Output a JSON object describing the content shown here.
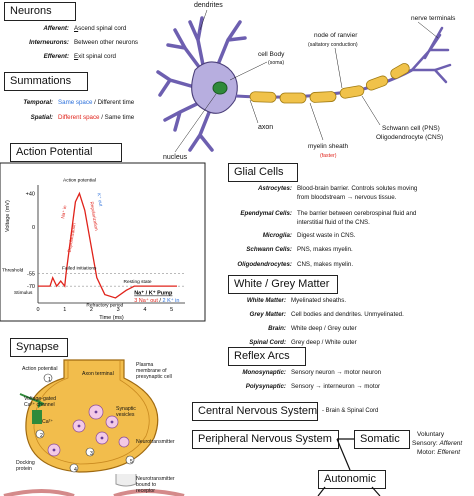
{
  "neurons": {
    "heading": "Neurons",
    "rows": [
      {
        "term": "Afferent:",
        "pre": "",
        "under": "A",
        "post": "scend spinal cord"
      },
      {
        "term": "Interneurons:",
        "pre": "Between other neurons",
        "under": "",
        "post": ""
      },
      {
        "term": "Efferent:",
        "pre": "",
        "under": "E",
        "post": "xit spinal cord"
      }
    ]
  },
  "summations": {
    "heading": "Summations",
    "temporal": {
      "term": "Temporal:",
      "colored": "Same space",
      "rest": " / Different time"
    },
    "spatial": {
      "term": "Spatial:",
      "colored": "Different space",
      "rest": " / Same time"
    }
  },
  "neuron_diagram": {
    "dendrites": "dendrites",
    "cell_body": "cell Body",
    "soma": "(soma)",
    "node": "node of ranvier",
    "saltatory": "(saltatory conduction)",
    "nerve_terminals": "nerve terminals",
    "axon": "axon",
    "nucleus": "nucleus",
    "myelin": "myelin sheath",
    "faster": "(faster)",
    "schwann": "Schwann cell (PNS)",
    "oligo": "Oligodendrocyte (CNS)"
  },
  "action_potential": {
    "heading": "Action Potential",
    "ylabel": "Voltage (mV)",
    "xlabel": "Time (ms)",
    "yticks": [
      "+40",
      "0",
      "-55",
      "-70"
    ],
    "xticks": [
      "0",
      "1",
      "2",
      "3",
      "4",
      "5"
    ],
    "peak": "Action potential",
    "depol": "Depolarization",
    "na_in": "Na⁺ in",
    "repol": "Repolarization",
    "k_out": "K⁺ out",
    "threshold": "Threshold",
    "failed": "Failed initiations",
    "stimulus": "Stimulus",
    "resting": "Resting state",
    "refractory": "Refractory period",
    "pump_title": "Na⁺ / K⁺ Pump",
    "pump_na": "3 Na⁺ out",
    "pump_sep": " / ",
    "pump_k": "2 K⁺ in",
    "colors": {
      "curve": "#e0231b",
      "pump_blue": "#2a6fdb"
    }
  },
  "glial": {
    "heading": "Glial Cells",
    "rows": [
      {
        "term": "Astrocytes:",
        "def": "Blood-brain barrier.  Controls solutes moving"
      },
      {
        "term": "",
        "def": "from bloodstream → nervous tissue."
      },
      {
        "term": "Ependymal Cells:",
        "def": "The barrier between cerebrospinal fluid and"
      },
      {
        "term": "",
        "def": "interstitial fluid of the CNS."
      },
      {
        "term": "Microglia:",
        "def": "Digest waste in CNS."
      },
      {
        "term": "Schwann Cells:",
        "def": "PNS, makes myelin."
      },
      {
        "term": "Oligodendrocytes:",
        "def": "CNS, makes myelin."
      }
    ]
  },
  "matter": {
    "heading": "White / Grey Matter",
    "rows": [
      {
        "term": "White Matter:",
        "def": "Myelinated sheaths."
      },
      {
        "term": "Grey Matter:",
        "def": "Cell bodies and dendrites.  Unmyelinated."
      },
      {
        "term": "Brain:",
        "def": "White deep / Grey outer"
      },
      {
        "term": "Spinal Cord:",
        "def": "Grey deep / White outer"
      }
    ]
  },
  "reflex": {
    "heading": "Reflex Arcs",
    "rows": [
      {
        "term": "Monosynaptic:",
        "def": "Sensory neuron → motor neuron"
      },
      {
        "term": "Polysynaptic:",
        "def": "Sensory → interneuron → motor"
      }
    ]
  },
  "synapse": {
    "heading": "Synapse",
    "action_potential": "Action potential",
    "axon_terminal": "Axon terminal",
    "plasma": "Plasma membrane of presynaptic cell",
    "voltage_gated": "Voltage-gated Ca²⁺ channel",
    "synaptic_vesicles": "Synaptic vesicles",
    "ca": "Ca²⁺",
    "neurotransmitter": "Neurotransmitter",
    "docking": "Docking protein",
    "bound": "Neurotransmitter bound to receptor",
    "steps": [
      "1",
      "2",
      "3",
      "4",
      "5"
    ]
  },
  "nervous_system": {
    "cns": "Central Nervous System",
    "cns_note": "- Brain & Spinal Cord",
    "pns": "Peripheral Nervous System",
    "somatic": "Somatic",
    "voluntary": "Voluntary",
    "sensory_label": "Sensory:",
    "sensory_value": "Afferent",
    "motor_label": "Motor:",
    "motor_value": "Efferent",
    "autonomic": "Autonomic"
  }
}
